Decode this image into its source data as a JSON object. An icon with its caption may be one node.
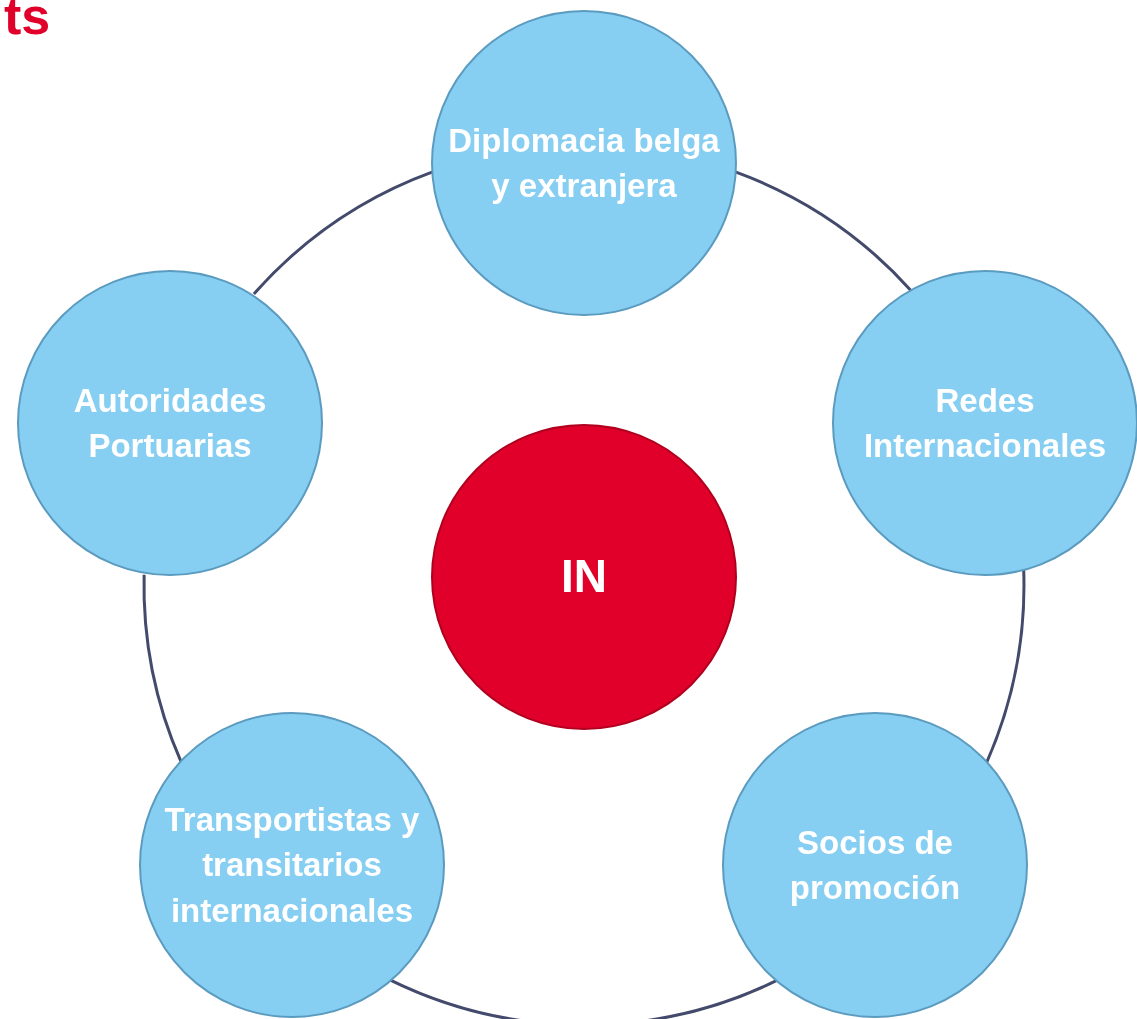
{
  "diagram": {
    "nodes": [
      {
        "text": [
          "Diplomacia belga y extranjera"
        ]
      },
      {
        "text": [
          "Redes Internacionales"
        ]
      },
      {
        "text": [
          "Socios de promoción"
        ]
      },
      {
        "text": [
          "Transportistas y transitarios internacionales"
        ]
      },
      {
        "text": [
          "Autoridades Portuarias"
        ]
      },
      {
        "text": [
          "IN"
        ]
      }
    ],
    "edges": [
      {
        "from": 0,
        "to": 1,
        "arrow": "none"
      },
      {
        "from": 1,
        "to": 2,
        "arrow": "none"
      },
      {
        "from": 2,
        "to": 3,
        "arrow": "none"
      },
      {
        "from": 3,
        "to": 4,
        "arrow": "none"
      },
      {
        "from": 4,
        "to": 0,
        "arrow": "none"
      }
    ],
    "labels": [
      "ts"
    ]
  }
}
